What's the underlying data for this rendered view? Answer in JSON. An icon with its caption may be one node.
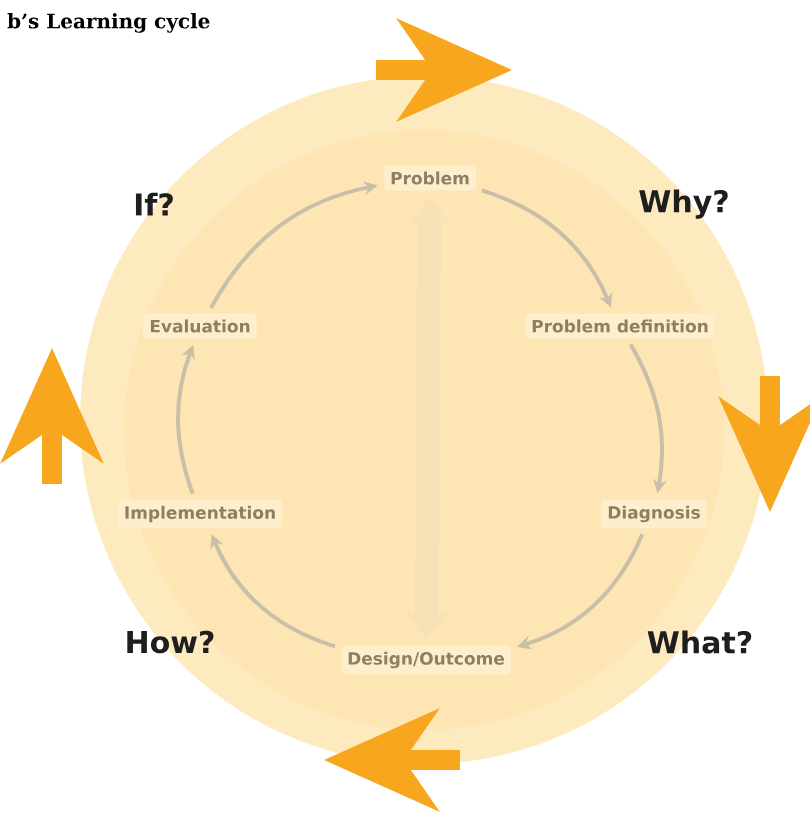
{
  "diagram": {
    "title": "b’s Learning cycle",
    "nodes": [
      {
        "text": [
          "Problem"
        ]
      },
      {
        "text": [
          "Problem definition"
        ]
      },
      {
        "text": [
          "Diagnosis"
        ]
      },
      {
        "text": [
          "Design/Outcome"
        ]
      },
      {
        "text": [
          "Implementation"
        ]
      },
      {
        "text": [
          "Evaluation"
        ]
      }
    ],
    "edges": [
      {
        "from": 0,
        "to": 1,
        "arrow": "to"
      },
      {
        "from": 1,
        "to": 2,
        "arrow": "to"
      },
      {
        "from": 2,
        "to": 3,
        "arrow": "to"
      },
      {
        "from": 3,
        "to": 4,
        "arrow": "to"
      },
      {
        "from": 4,
        "to": 5,
        "arrow": "to"
      },
      {
        "from": 5,
        "to": 0,
        "arrow": "to"
      },
      {
        "from": 0,
        "to": 3,
        "arrow": "both",
        "style": "thick",
        "color": "#f7e2b8"
      }
    ],
    "labels": [
      "If?",
      "Why?",
      "How?",
      "What?"
    ]
  }
}
